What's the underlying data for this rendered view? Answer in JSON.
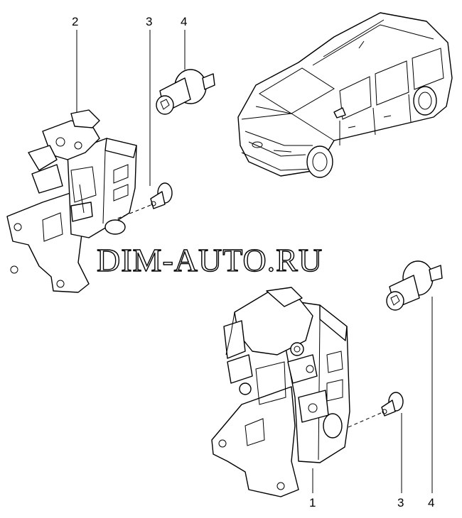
{
  "callouts": {
    "c2_top": "2",
    "c3_top": "3",
    "c4_top": "4",
    "c1_bottom": "1",
    "c3_bottom": "3",
    "c4_bottom": "4"
  },
  "watermark": "DIM-AUTO.RU"
}
